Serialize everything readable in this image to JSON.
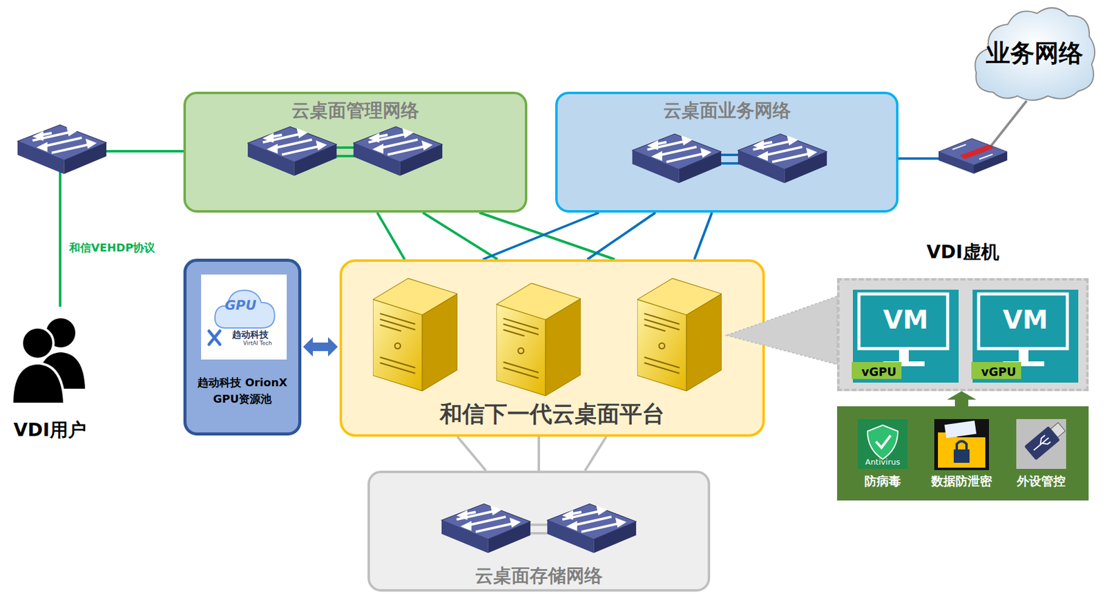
{
  "diagram": {
    "nodes": [
      {
        "text": [
          "业务网络"
        ]
      },
      {
        "text": [
          "云桌面管理网络"
        ]
      },
      {
        "text": [
          "云桌面业务网络"
        ]
      },
      {
        "text": [
          "VDI用户"
        ]
      },
      {
        "text": [
          "趋动科技 OrionX GPU资源池"
        ]
      },
      {
        "text": [
          "和信下一代云桌面平台"
        ]
      },
      {
        "text": [
          "VDI虚机"
        ]
      },
      {
        "text": [
          "VM",
          "vGPU"
        ],
        "in": 6
      },
      {
        "text": [
          "VM",
          "vGPU"
        ],
        "in": 6
      },
      {
        "text": [
          "防病毒",
          "数据防泄密",
          "外设管控"
        ]
      },
      {
        "text": [
          "云桌面存储网络"
        ]
      }
    ],
    "edges": [
      {
        "from": 3,
        "to": 1,
        "arrow": "none",
        "label": "和信VEHDP协议"
      },
      {
        "from": 1,
        "to": 5,
        "arrow": "none"
      },
      {
        "from": 2,
        "to": 5,
        "arrow": "none"
      },
      {
        "from": 2,
        "to": 0,
        "arrow": "none"
      },
      {
        "from": 4,
        "to": 5,
        "arrow": "both"
      },
      {
        "from": 5,
        "to": 10,
        "arrow": "none"
      },
      {
        "from": 9,
        "to": 6,
        "arrow": "to"
      }
    ],
    "labels": [
      "GPU",
      "趋动科技",
      "VirtAI Tech",
      "Antivirus"
    ]
  }
}
